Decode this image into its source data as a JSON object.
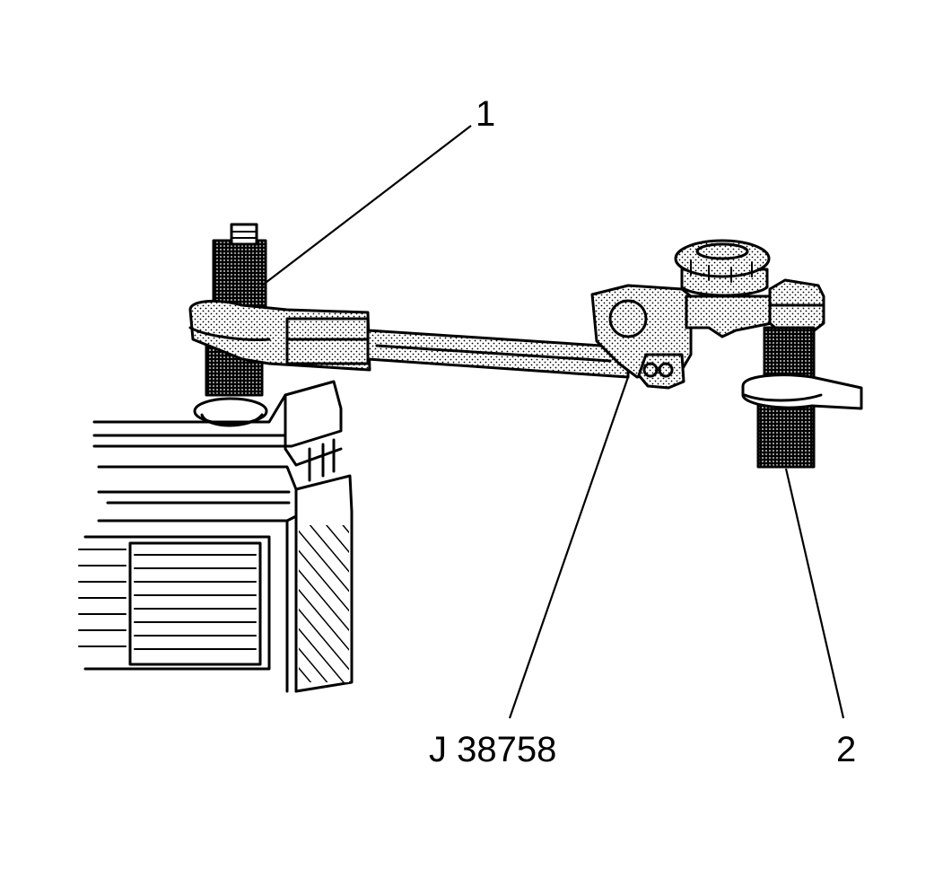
{
  "callouts": {
    "item1": "1",
    "item2": "2",
    "tool": "J 38758"
  },
  "colors": {
    "ink": "#000000",
    "paper": "#ffffff"
  }
}
